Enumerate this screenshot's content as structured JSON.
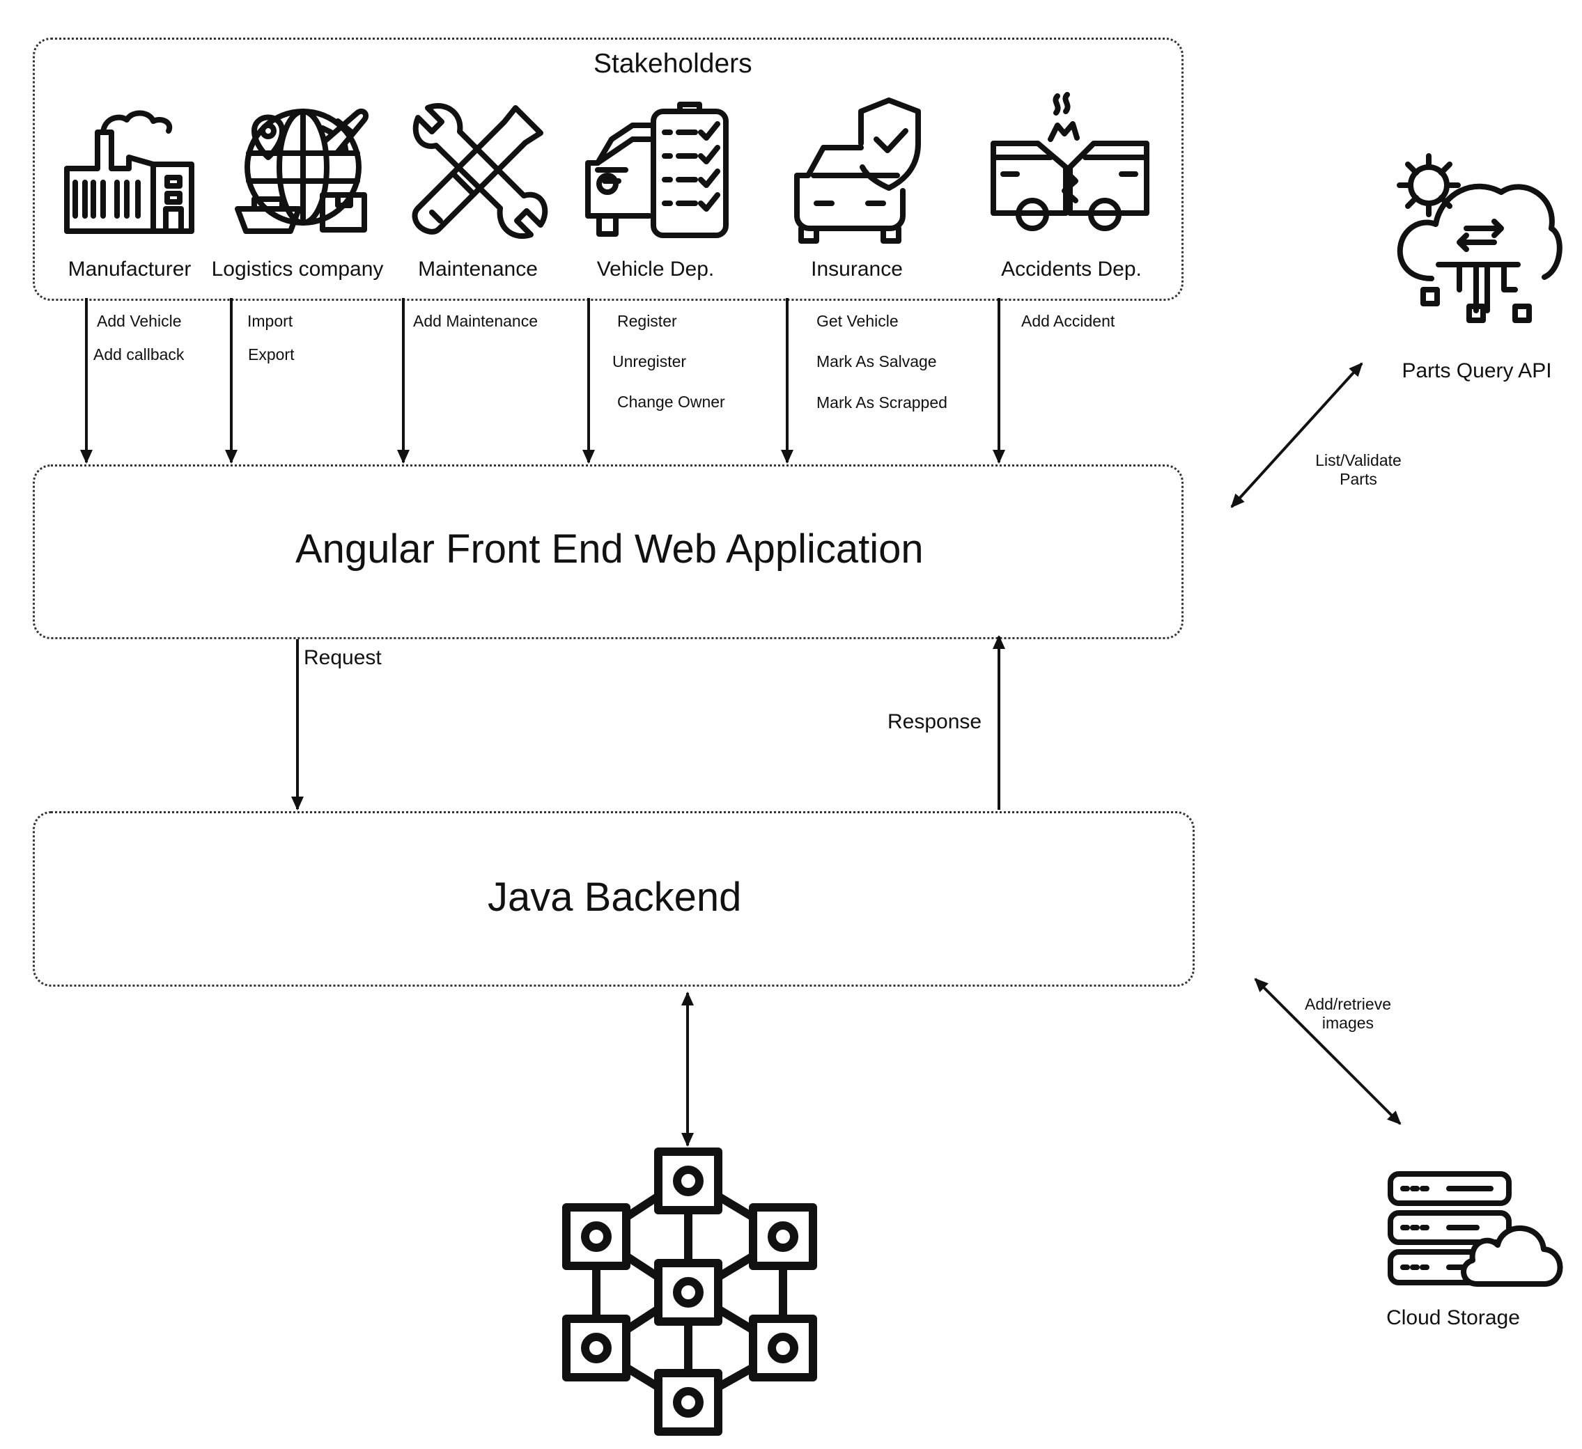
{
  "stakeholders": {
    "title": "Stakeholders",
    "items": [
      {
        "label": "Manufacturer",
        "icon": "factory-icon",
        "actions": [
          "Add Vehicle",
          "Add callback"
        ]
      },
      {
        "label": "Logistics company",
        "icon": "logistics-globe-icon",
        "actions": [
          "Import",
          "Export"
        ]
      },
      {
        "label": "Maintenance",
        "icon": "wrench-screwdriver-icon",
        "actions": [
          "Add Maintenance"
        ]
      },
      {
        "label": "Vehicle Dep.",
        "icon": "vehicle-checklist-icon",
        "actions": [
          "Register",
          "Unregister",
          "Change Owner"
        ]
      },
      {
        "label": "Insurance",
        "icon": "car-shield-icon",
        "actions": [
          "Get Vehicle",
          "Mark As Salvage",
          "Mark As Scrapped"
        ]
      },
      {
        "label": "Accidents Dep.",
        "icon": "car-crash-icon",
        "actions": [
          "Add Accident"
        ]
      }
    ]
  },
  "frontend": {
    "title": "Angular Front End Web Application"
  },
  "backend": {
    "title": "Java Backend"
  },
  "flows": {
    "request": "Request",
    "response": "Response"
  },
  "parts_api": {
    "label": "Parts Query API",
    "link_label_line1": "List/Validate",
    "link_label_line2": "Parts",
    "icon": "cloud-gear-icon"
  },
  "cloud_storage": {
    "label": "Cloud Storage",
    "link_label_line1": "Add/retrieve",
    "link_label_line2": "images",
    "icon": "server-cloud-icon"
  },
  "blockchain": {
    "icon": "blockchain-network-icon"
  }
}
